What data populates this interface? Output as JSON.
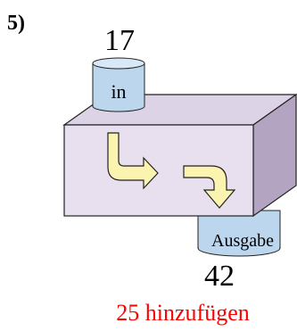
{
  "problem_number": "5)",
  "input_value": "17",
  "input_label": "in",
  "output_label": "Ausgabe",
  "output_value": "42",
  "rule_text": "25 hinzufügen",
  "colors": {
    "box_front": "#e8e0ef",
    "box_top": "#ddd3e6",
    "box_side": "#b3a4c2",
    "box_edge": "#222222",
    "cylinder_fill": "#bcd6ee",
    "cylinder_top": "#d8e8f6",
    "arrow_fill": "#fbf3b0",
    "arrow_edge": "#222222",
    "rule_text": "#ff0000",
    "text": "#000000"
  }
}
